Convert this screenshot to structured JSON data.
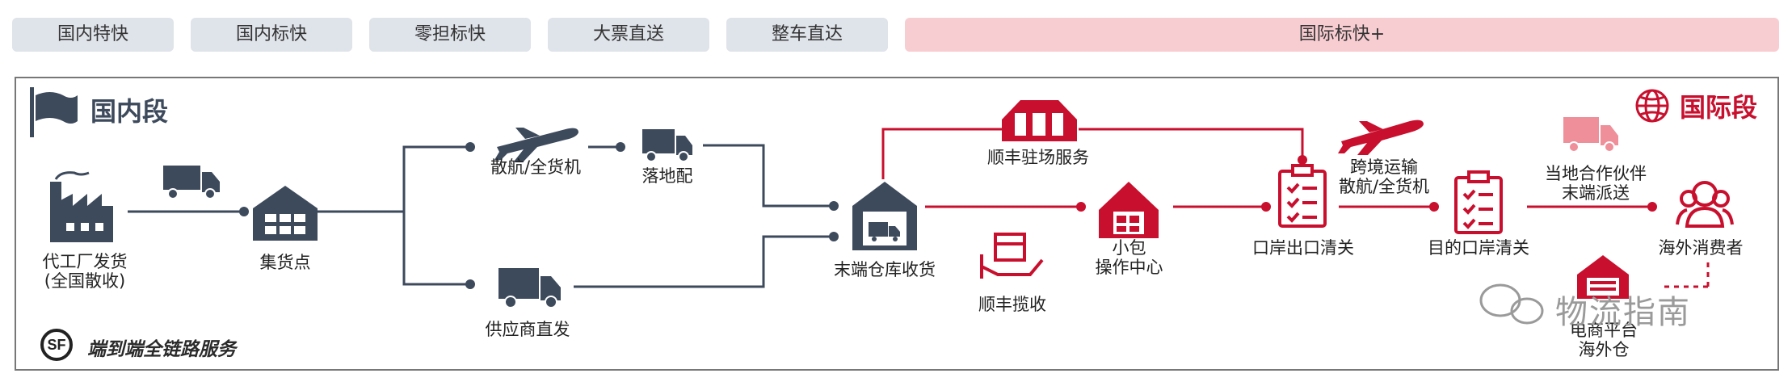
{
  "tabs": [
    "国内特快",
    "国内标快",
    "零担标快",
    "大票直送",
    "整车直达",
    "国际标快+"
  ],
  "segments": {
    "domestic": "国内段",
    "international": "国际段"
  },
  "nodes": {
    "factory": "代工厂发货",
    "factory_sub": "(全国散收)",
    "hub": "集货点",
    "air_domestic": "散航/全货机",
    "landing": "落地配",
    "supplier": "供应商直发",
    "warehouse": "末端仓库收货",
    "station": "顺丰驻场服务",
    "pickup": "顺丰揽收",
    "parcel_1": "小包",
    "parcel_2": "操作中心",
    "export": "口岸出口清关",
    "cross_1": "跨境运输",
    "cross_2": "散航/全货机",
    "dest": "目的口岸清关",
    "partner_1": "当地合作伙伴",
    "partner_2": "末端派送",
    "consumer": "海外消费者",
    "ecom_1": "电商平台",
    "ecom_2": "海外仓"
  },
  "footer": "端到端全链路服务",
  "logo": "SF",
  "watermark": "物流指南",
  "colors": {
    "domestic": "#3d4a5c",
    "international": "#c8102e",
    "tab": "#dfe3ea",
    "tab_intl": "#f8cdd1"
  }
}
